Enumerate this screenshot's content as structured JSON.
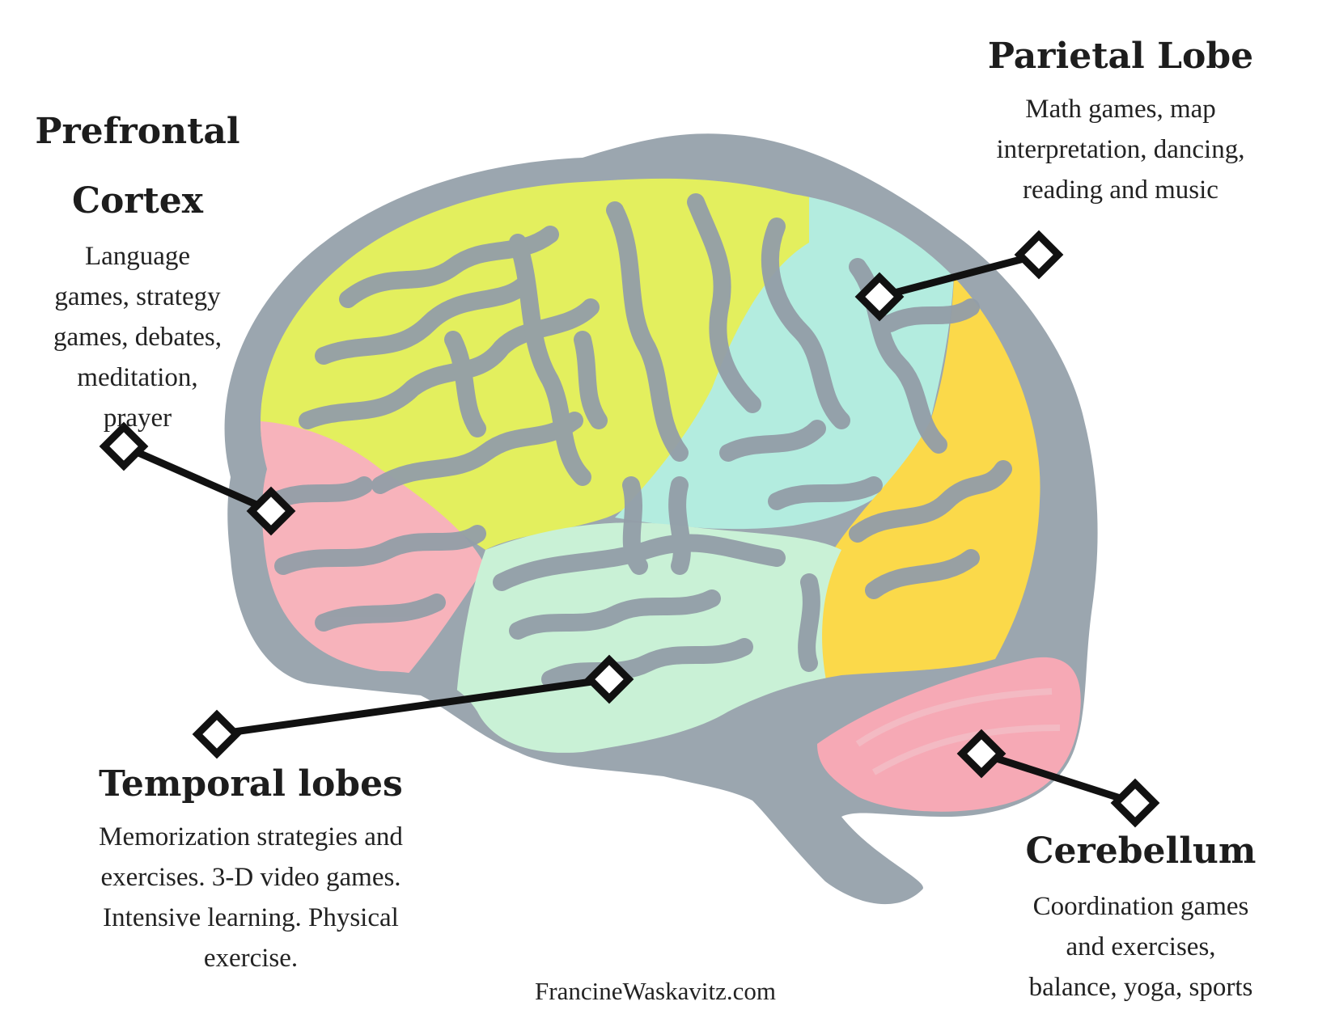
{
  "labels": {
    "prefrontal": {
      "title_line1": "Prefrontal",
      "title_line2": "Cortex",
      "desc_lines": [
        "Language",
        "games, strategy",
        "games, debates,",
        "meditation,",
        "prayer"
      ]
    },
    "parietal": {
      "title": "Parietal Lobe",
      "desc_lines": [
        "Math games, map",
        "interpretation, dancing,",
        "reading and music"
      ]
    },
    "temporal": {
      "title": "Temporal lobes",
      "desc_lines": [
        "Memorization strategies and",
        "exercises. 3-D video games.",
        "Intensive learning. Physical",
        "exercise."
      ]
    },
    "cerebellum": {
      "title": "Cerebellum",
      "desc_lines": [
        "Coordination games",
        "and exercises,",
        "balance, yoga, sports"
      ]
    }
  },
  "credit": "FrancineWaskavitz.com",
  "colors": {
    "outline": "#939ea8",
    "frontal": "#e3ef5e",
    "prefrontal": "#f7b3bb",
    "parietal": "#b3ecdf",
    "occipital": "#fbd94a",
    "temporal": "#c9f1d6",
    "cerebellum": "#f6a9b5",
    "leader": "#111111"
  }
}
